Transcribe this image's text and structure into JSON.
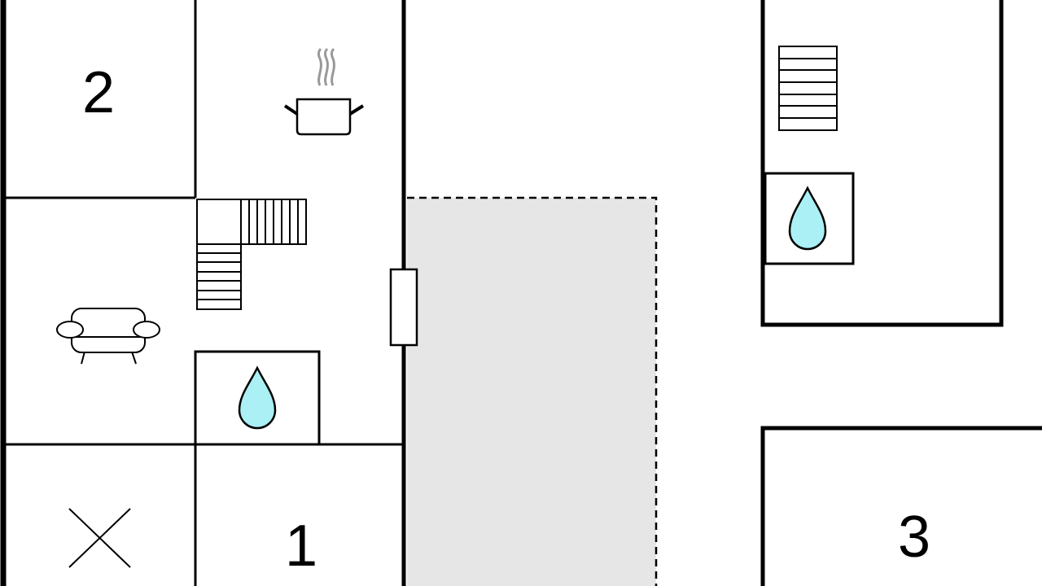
{
  "rooms": {
    "bedroom_2": {
      "label": "2"
    },
    "bedroom_1": {
      "label": "1"
    },
    "bedroom_3": {
      "label": "3"
    }
  },
  "colors": {
    "wall": "#000000",
    "terrace": "#e6e6e6",
    "water": "#aaf0f5"
  },
  "icons": [
    "kitchen-pot-icon",
    "stairs-icon",
    "sofa-icon",
    "bathroom-drop-icon",
    "storage-x-icon",
    "door-icon"
  ]
}
